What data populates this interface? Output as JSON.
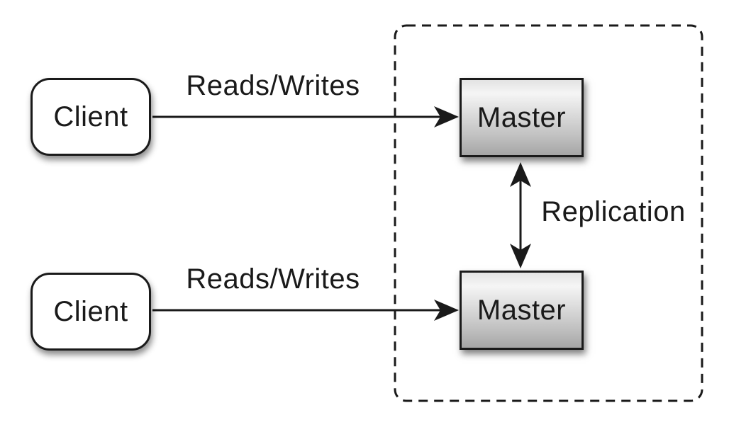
{
  "diagram": {
    "type": "architecture-diagram",
    "topic": "master-master-replication",
    "background_color": "#ffffff",
    "line_color": "#1a1a1a",
    "nodes": [
      {
        "id": "client-1",
        "label": "Client",
        "shape": "rounded-rectangle",
        "fill": "#ffffff"
      },
      {
        "id": "client-2",
        "label": "Client",
        "shape": "rounded-rectangle",
        "fill": "#ffffff"
      },
      {
        "id": "master-1",
        "label": "Master",
        "shape": "rectangle",
        "fill_gradient_top": "#f5f5f5",
        "fill_gradient_bottom": "#a6a6a6"
      },
      {
        "id": "master-2",
        "label": "Master",
        "shape": "rectangle",
        "fill_gradient_top": "#f5f5f5",
        "fill_gradient_bottom": "#a6a6a6"
      }
    ],
    "edges": [
      {
        "from": "client-1",
        "to": "master-1",
        "label": "Reads/Writes",
        "direction": "one-way"
      },
      {
        "from": "client-2",
        "to": "master-2",
        "label": "Reads/Writes",
        "direction": "one-way"
      },
      {
        "from": "master-1",
        "to": "master-2",
        "label": "Replication",
        "direction": "two-way"
      }
    ],
    "groups": [
      {
        "id": "replication-cluster",
        "style": "dashed-rounded-border",
        "contains": [
          "master-1",
          "master-2"
        ]
      }
    ]
  }
}
